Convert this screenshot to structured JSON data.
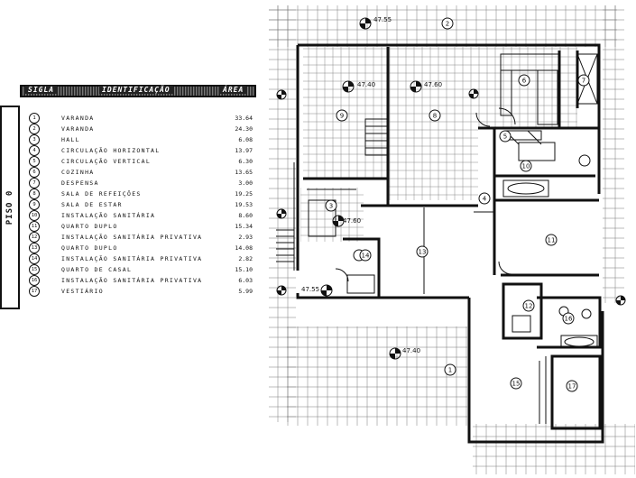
{
  "sidebar": {
    "label": "PISO 0"
  },
  "legend": {
    "headers": {
      "sigla": "SIGLA",
      "identificacao": "IDENTIFICAÇÃO",
      "area": "ÁREA"
    },
    "rows": [
      {
        "sigla": "1",
        "identificacao": "VARANDA",
        "area": "33.64"
      },
      {
        "sigla": "2",
        "identificacao": "VARANDA",
        "area": "24.30"
      },
      {
        "sigla": "3",
        "identificacao": "HALL",
        "area": "6.08"
      },
      {
        "sigla": "4",
        "identificacao": "CIRCULAÇÃO HORIZONTAL",
        "area": "13.97"
      },
      {
        "sigla": "5",
        "identificacao": "CIRCULAÇÃO VERTICAL",
        "area": "6.30"
      },
      {
        "sigla": "6",
        "identificacao": "COZINHA",
        "area": "13.65"
      },
      {
        "sigla": "7",
        "identificacao": "DESPENSA",
        "area": "3.00"
      },
      {
        "sigla": "8",
        "identificacao": "SALA DE REFEIÇÕES",
        "area": "19.25"
      },
      {
        "sigla": "9",
        "identificacao": "SALA DE ESTAR",
        "area": "19.53"
      },
      {
        "sigla": "10",
        "identificacao": "INSTALAÇÃO SANITÁRIA",
        "area": "8.60"
      },
      {
        "sigla": "11",
        "identificacao": "QUARTO DUPLO",
        "area": "15.34"
      },
      {
        "sigla": "12",
        "identificacao": "INSTALAÇÃO SANITÁRIA PRIVATIVA",
        "area": "2.93"
      },
      {
        "sigla": "13",
        "identificacao": "QUARTO DUPLO",
        "area": "14.08"
      },
      {
        "sigla": "14",
        "identificacao": "INSTALAÇÃO SANITÁRIA PRIVATIVA",
        "area": "2.82"
      },
      {
        "sigla": "15",
        "identificacao": "QUARTO DE CASAL",
        "area": "15.10"
      },
      {
        "sigla": "16",
        "identificacao": "INSTALAÇÃO SANITÁRIA PRIVATIVA",
        "area": "6.03"
      },
      {
        "sigla": "17",
        "identificacao": "VESTIÁRIO",
        "area": "5.99"
      }
    ]
  },
  "plan": {
    "levels": {
      "top": "47.55",
      "kitchen_left": "47.40",
      "kitchen_right": "47.60",
      "hall": "47.60",
      "lower_left": "47.55",
      "bottom": "47.40"
    },
    "room_labels": [
      "1",
      "2",
      "3",
      "4",
      "5",
      "6",
      "7",
      "8",
      "9",
      "10",
      "11",
      "12",
      "13",
      "14",
      "15",
      "16",
      "17"
    ]
  }
}
